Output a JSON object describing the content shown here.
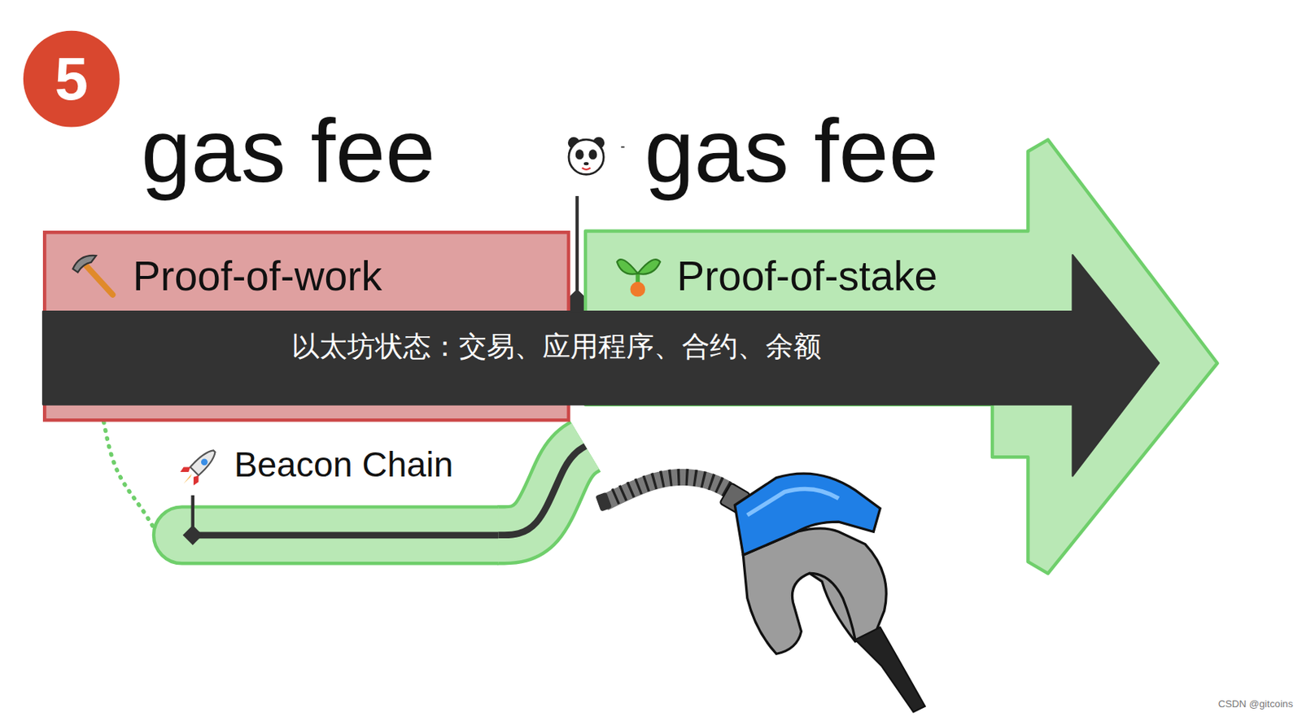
{
  "diagram": {
    "nodes": [
      {
        "text": [
          "Proof-of-work"
        ]
      },
      {
        "text": [
          "Proof-of-stake"
        ]
      },
      {
        "text": [
          "以太坊状态：交易、应用程序、合约、余额"
        ]
      },
      {
        "text": [
          "Beacon Chain"
        ]
      }
    ],
    "edges": [
      {
        "from": 0,
        "to": 3,
        "arrow": "none"
      },
      {
        "from": 3,
        "to": 1,
        "arrow": "none"
      }
    ],
    "labels": [
      "5",
      "gas fee",
      "gas fee",
      "CSDN @gitcoins"
    ]
  }
}
